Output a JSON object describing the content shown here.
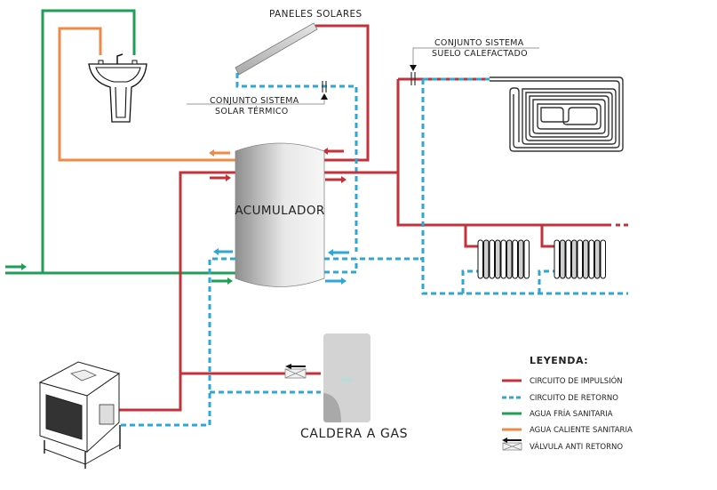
{
  "labels": {
    "solar_panels": "PANELES SOLARES",
    "solar_set_line1": "CONJUNTO SISTEMA",
    "solar_set_line2": "SOLAR TÉRMICO",
    "floor_set_line1": "CONJUNTO SISTEMA",
    "floor_set_line2": "SUELO CALEFACTADO",
    "tank": "ACUMULADOR",
    "boiler": "CALDERA A GAS"
  },
  "legend": {
    "title": "LEYENDA:",
    "items": [
      {
        "label": "CIRCUITO DE IMPULSIÓN",
        "kind": "supply",
        "color": "#c4313a"
      },
      {
        "label": "CIRCUITO DE RETORNO",
        "kind": "return",
        "color": "#2ea6d6"
      },
      {
        "label": "AGUA FRÍA SANITARIA",
        "kind": "cold",
        "color": "#1f9e55"
      },
      {
        "label": "AGUA CALIENTE SANITARIA",
        "kind": "hot",
        "color": "#ee8a45"
      },
      {
        "label": "VÁLVULA ANTI RETORNO",
        "kind": "valve",
        "color": "#333333"
      }
    ]
  },
  "colors": {
    "supply": "#c4313a",
    "return": "#2ea6d6",
    "cold": "#1f9e55",
    "hot": "#ee8a45"
  },
  "components": [
    {
      "name": "washbasin",
      "icon": "washbasin-icon"
    },
    {
      "name": "solar-panel",
      "icon": "solar-panel-icon"
    },
    {
      "name": "storage-tank",
      "icon": "tank-icon"
    },
    {
      "name": "underfloor-heating-coil",
      "icon": "floor-coil-icon"
    },
    {
      "name": "radiator-1",
      "icon": "radiator-icon"
    },
    {
      "name": "radiator-2",
      "icon": "radiator-icon"
    },
    {
      "name": "gas-boiler",
      "icon": "boiler-icon"
    },
    {
      "name": "wood-stove",
      "icon": "stove-icon"
    }
  ]
}
